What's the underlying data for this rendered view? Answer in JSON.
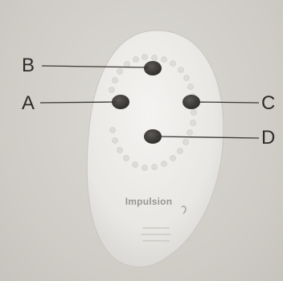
{
  "figure": {
    "callouts": {
      "A": "A",
      "B": "B",
      "C": "C",
      "D": "D"
    },
    "brand": "Impulsion"
  },
  "colors": {
    "remote_body": "#ecebe8",
    "button": "#3b3937",
    "leader_line": "#3a3836",
    "label": "#2e2c2a",
    "brand_text": "#9a9692"
  }
}
